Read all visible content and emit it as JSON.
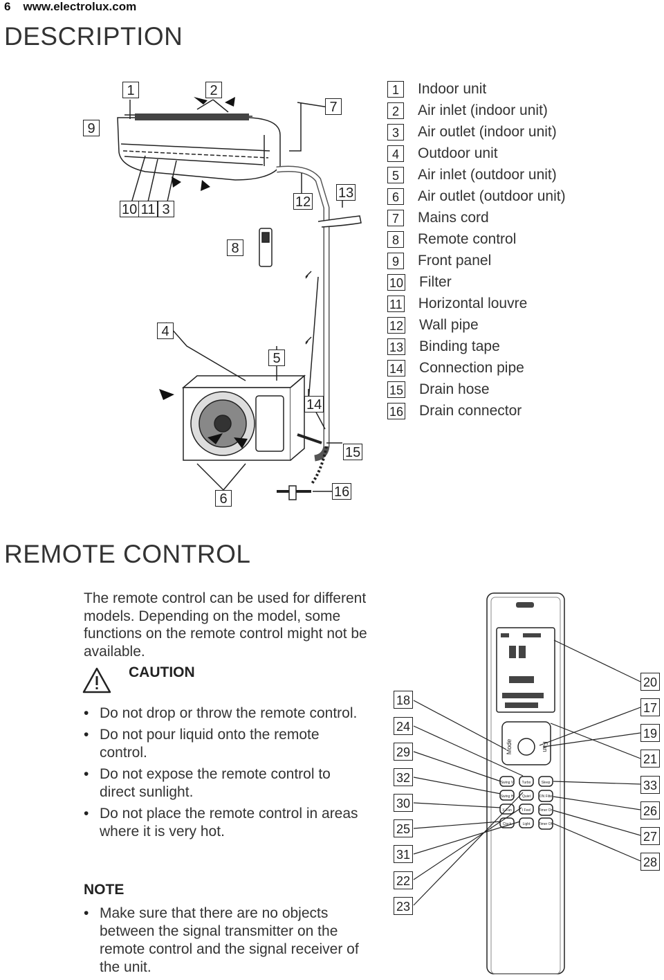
{
  "header": {
    "page_number": "6",
    "website": "www.electrolux.com"
  },
  "description": {
    "title": "DESCRIPTION",
    "legend": [
      {
        "num": "1",
        "label": "Indoor unit"
      },
      {
        "num": "2",
        "label": "Air inlet (indoor unit)"
      },
      {
        "num": "3",
        "label": "Air outlet (indoor unit)"
      },
      {
        "num": "4",
        "label": "Outdoor unit"
      },
      {
        "num": "5",
        "label": "Air inlet (outdoor unit)"
      },
      {
        "num": "6",
        "label": "Air outlet (outdoor unit)"
      },
      {
        "num": "7",
        "label": "Mains cord"
      },
      {
        "num": "8",
        "label": "Remote control"
      },
      {
        "num": "9",
        "label": "Front panel"
      },
      {
        "num": "10",
        "label": "Filter"
      },
      {
        "num": "11",
        "label": "Horizontal louvre"
      },
      {
        "num": "12",
        "label": "Wall pipe"
      },
      {
        "num": "13",
        "label": "Binding tape"
      },
      {
        "num": "14",
        "label": "Connection pipe"
      },
      {
        "num": "15",
        "label": "Drain hose"
      },
      {
        "num": "16",
        "label": "Drain connector"
      }
    ]
  },
  "remote_control": {
    "title": "REMOTE CONTROL",
    "intro": "The remote control can be used for different models. Depending on the model, some functions on the remote control might not be available.",
    "caution_title": "CAUTION",
    "caution_items": [
      "Do not drop or throw the remote control.",
      "Do not pour liquid onto the remote control.",
      "Do not expose the remote control to direct sunlight.",
      "Do not place the remote control in areas where it is very hot."
    ],
    "note_title": "NOTE",
    "note_items": [
      "Make sure that there are no objects between the signal transmitter on the remote control and the signal receiver of the unit."
    ],
    "left_callouts": [
      "18",
      "24",
      "29",
      "32",
      "30",
      "25",
      "31",
      "22",
      "23"
    ],
    "right_callouts": [
      "20",
      "17",
      "19",
      "21",
      "33",
      "26",
      "27",
      "28"
    ],
    "buttons": {
      "mode": "Mode",
      "fan": "Fan",
      "swing_v": "Swing V",
      "turbo": "Turbo",
      "sleep": "Sleep",
      "swing_h": "Swing H",
      "quiet": "Quiet",
      "ion_filter": "ION Filter",
      "x_fan": "X-Fan",
      "i_feel": "I Feel",
      "timer_on": "Timer On",
      "clock": "Clock",
      "light": "Light",
      "timer_off": "Timer Off"
    }
  }
}
